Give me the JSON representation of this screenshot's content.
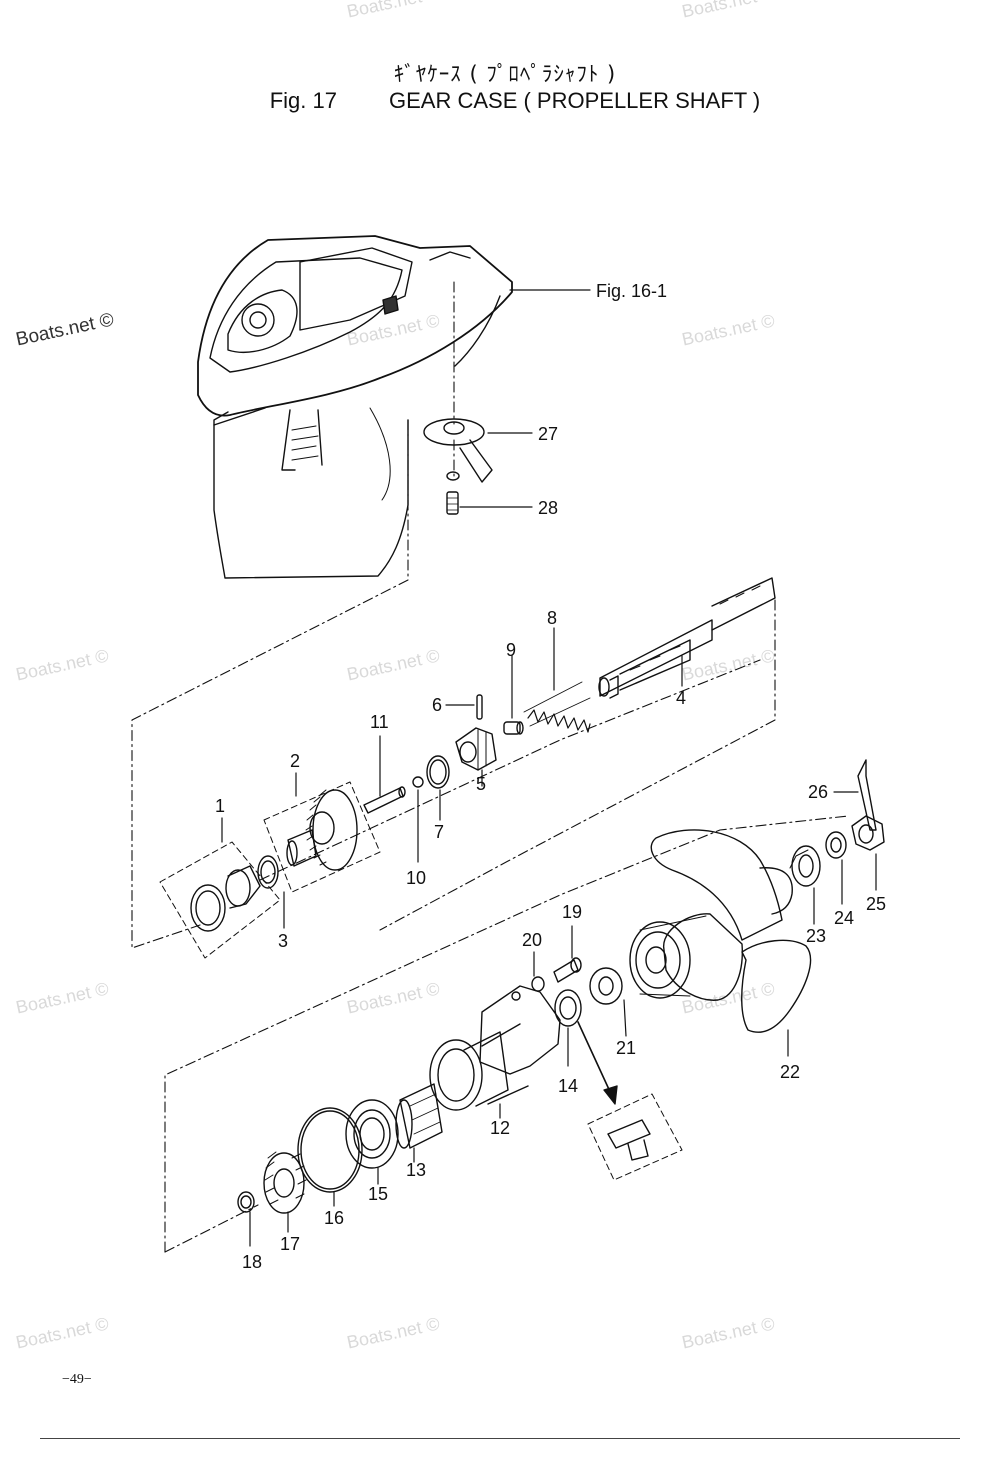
{
  "header": {
    "title_jp": "ｷﾞﾔｹｰｽ ( ﾌﾟﾛﾍﾟﾗｼｬﾌﾄ )",
    "fig_label": "Fig. 17",
    "title_en": "GEAR CASE ( PROPELLER SHAFT )"
  },
  "reference": "Fig. 16-1",
  "watermark": "Boats.net ©",
  "page_number": "−49−",
  "callouts": [
    "1",
    "2",
    "3",
    "4",
    "5",
    "6",
    "7",
    "8",
    "9",
    "10",
    "11",
    "12",
    "13",
    "14",
    "15",
    "16",
    "17",
    "18",
    "19",
    "20",
    "21",
    "22",
    "23",
    "24",
    "25",
    "26",
    "27",
    "28"
  ]
}
